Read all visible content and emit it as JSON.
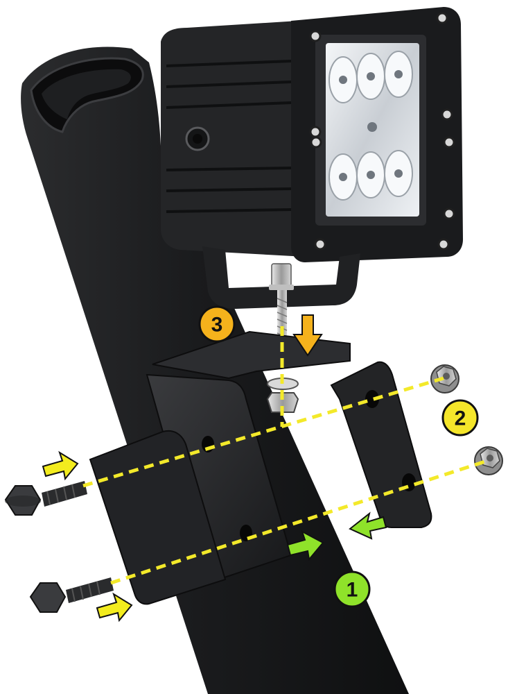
{
  "steps": [
    {
      "number": "1",
      "color": "#8fe22a"
    },
    {
      "number": "2",
      "color": "#f5e62a"
    },
    {
      "number": "3",
      "color": "#f5b21c"
    }
  ],
  "colors": {
    "guide_line": "#f3e92a",
    "arrow_yellow": "#f3ec1e",
    "arrow_green": "#8fe22a",
    "arrow_orange": "#f5b21c",
    "hardware": "#1b1c1e",
    "led": "#dfe3e8"
  }
}
